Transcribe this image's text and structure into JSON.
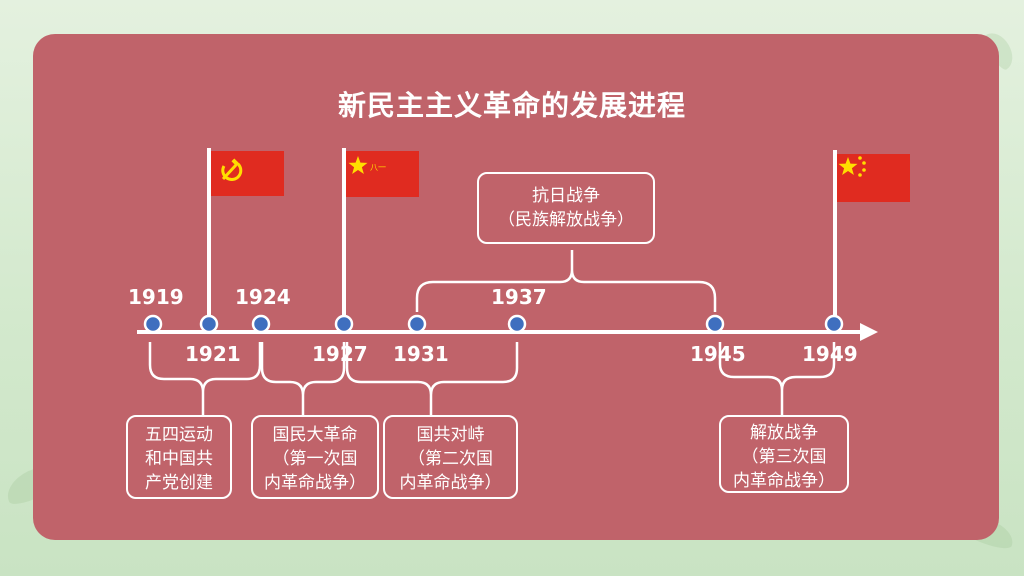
{
  "title": "新民主主义革命的发展进程",
  "colors": {
    "panel": "#c0636a",
    "flag_red": "#e02b20",
    "flag_yellow": "#ffde00",
    "dot": "#3f6fbf",
    "line": "#ffffff"
  },
  "years_top": [
    "1919",
    "1924",
    "1937"
  ],
  "years_bottom": [
    "1921",
    "1927",
    "1931",
    "1945",
    "1949"
  ],
  "top_box": {
    "lines": [
      "抗日战争",
      "（民族解放战争）"
    ]
  },
  "bottom_boxes": [
    {
      "lines": [
        "五四运动",
        "和中国共",
        "产党创建"
      ]
    },
    {
      "lines": [
        "国民大革命",
        "（第一次国",
        "内革命战争）"
      ]
    },
    {
      "lines": [
        "国共对峙",
        "（第二次国",
        "内革命战争）"
      ]
    },
    {
      "lines": [
        "解放战争",
        "（第三次国",
        "内革命战争）"
      ]
    }
  ],
  "flags": [
    {
      "name": "communist-party-flag",
      "icon": "hammer-sickle-icon",
      "year": "1921"
    },
    {
      "name": "army-flag",
      "icon": "star-bayi-icon",
      "inscription": "八一",
      "year": "1927"
    },
    {
      "name": "national-flag",
      "icon": "five-stars-icon",
      "year": "1949"
    }
  ]
}
